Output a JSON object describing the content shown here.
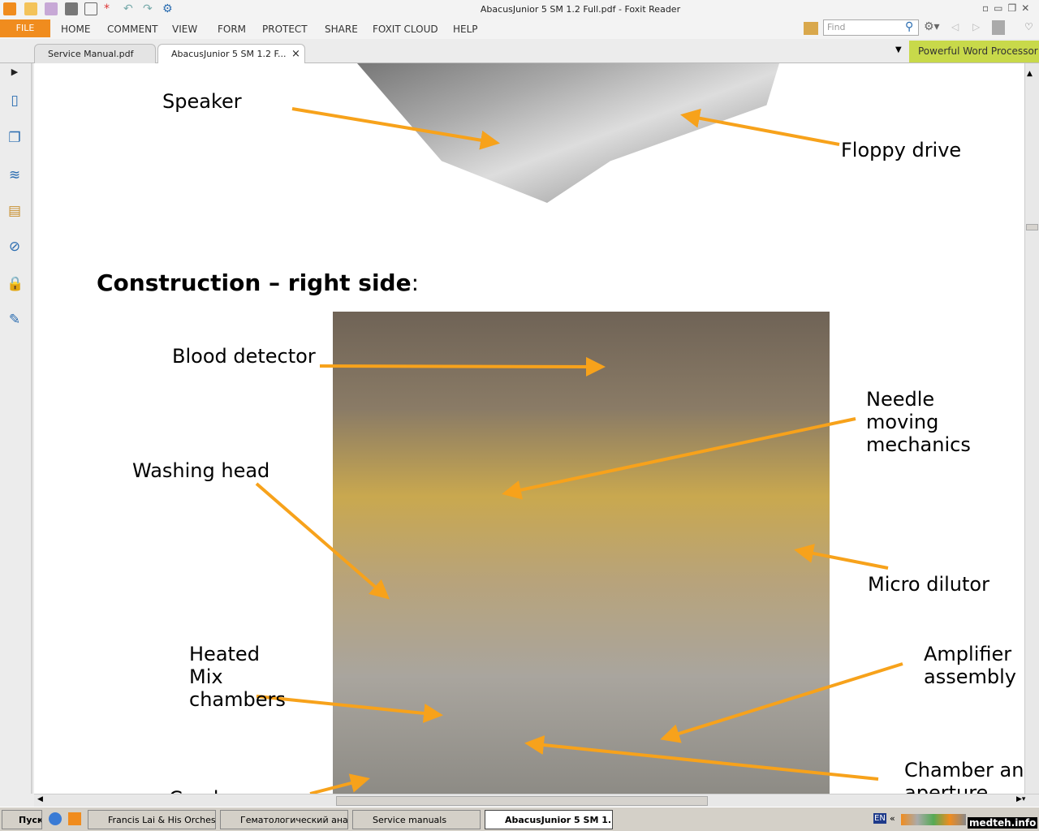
{
  "window": {
    "title": "AbacusJunior 5 SM 1.2 Full.pdf - Foxit Reader"
  },
  "menu": {
    "file": "FILE",
    "items": [
      "HOME",
      "COMMENT",
      "VIEW",
      "FORM",
      "PROTECT",
      "SHARE",
      "FOXIT CLOUD",
      "HELP"
    ]
  },
  "search": {
    "placeholder": "Find"
  },
  "tabs": [
    {
      "label": "Service Manual.pdf"
    },
    {
      "label": "AbacusJunior 5 SM 1.2 F...",
      "close": "×"
    }
  ],
  "promo": "Powerful Word Processor",
  "document": {
    "heading": "Construction – right side",
    "heading_colon": ":",
    "labels": {
      "speaker": "Speaker",
      "floppy": "Floppy drive",
      "blood": "Blood detector",
      "needle": "Needle\nmoving\nmechanics",
      "washing": "Washing head",
      "micro": "Micro dilutor",
      "heated": "Heated\nMix\nchambers",
      "amplifier": "Amplifier\nassembly",
      "chamber": "Chamber and\naperture",
      "partial": "Camber"
    }
  },
  "taskbar": {
    "start": "Пуск",
    "tasks": [
      "Francis Lai & His Orchest...",
      "Гематологический ана...",
      "Service manuals",
      "AbacusJunior 5 SM 1...."
    ],
    "lang": "EN",
    "watermark": "medteh.info"
  },
  "colors": {
    "accent": "#f08c1e",
    "arrow": "#f7a21b"
  }
}
